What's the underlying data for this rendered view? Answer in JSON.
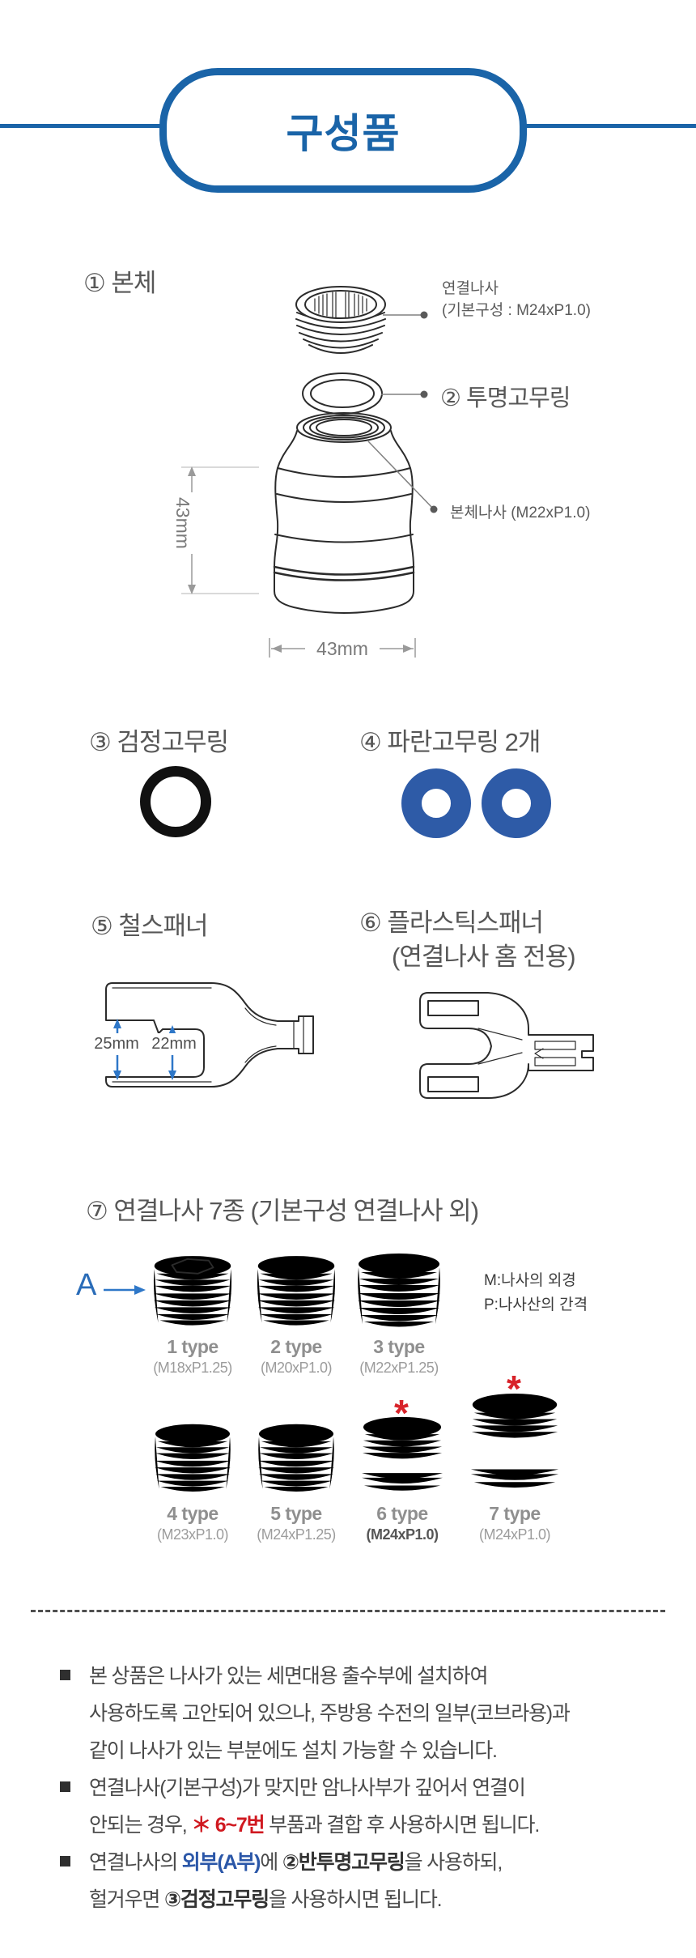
{
  "header": {
    "title": "구성품"
  },
  "sections": {
    "body": {
      "title": "① 본체",
      "connect_screw_label_line1": "연결나사",
      "connect_screw_label_line2": "(기본구성 : M24xP1.0)",
      "clear_ring_label": "② 투명고무링",
      "body_screw_label": "본체나사 (M22xP1.0)",
      "height_dim": "43mm",
      "width_dim": "43mm"
    },
    "black_ring": {
      "title": "③ 검정고무링"
    },
    "blue_rings": {
      "title": "④ 파란고무링 2개"
    },
    "steel_spanner": {
      "title": "⑤ 철스패너",
      "outer_dim": "25mm",
      "inner_dim": "22mm"
    },
    "plastic_spanner": {
      "title": "⑥ 플라스틱스패너",
      "subtitle": "(연결나사 홈 전용)"
    },
    "adapters": {
      "title": "⑦ 연결나사 7종 (기본구성 연결나사 외)",
      "marker_a": "A",
      "legend_line1": "M:나사의 외경",
      "legend_line2": "P:나사산의 간격",
      "star": "*",
      "items": [
        {
          "label": "1 type",
          "spec": "(M18xP1.25)",
          "starred": false
        },
        {
          "label": "2 type",
          "spec": "(M20xP1.0)",
          "starred": false
        },
        {
          "label": "3 type",
          "spec": "(M22xP1.25)",
          "starred": false
        },
        {
          "label": "4 type",
          "spec": "(M23xP1.0)",
          "starred": false
        },
        {
          "label": "5 type",
          "spec": "(M24xP1.25)",
          "starred": false
        },
        {
          "label": "6 type",
          "spec": "(M24xP1.0)",
          "starred": true
        },
        {
          "label": "7 type",
          "spec": "(M24xP1.0)",
          "starred": true
        }
      ]
    }
  },
  "notes": {
    "b1": {
      "l1": "본 상품은 나사가 있는 세면대용 출수부에 설치하여",
      "l2": "사용하도록 고안되어 있으나, 주방용 수전의 일부(코브라용)과",
      "l3": "같이 나사가 있는 부분에도 설치 가능할 수 있습니다."
    },
    "b2": {
      "l1": "연결나사(기본구성)가 맞지만 암나사부가 깊어서  연결이",
      "l2_pre": "안되는 경우,  ",
      "l2_red": "＊ 6~7번",
      "l2_post": " 부품과 결합 후 사용하시면 됩니다."
    },
    "b3": {
      "l1_pre": "연결나사의 ",
      "l1_blue": "외부(A부)",
      "l1_mid": "에 ",
      "l1_bold": "②반투명고무링",
      "l1_post": "을 사용하되,",
      "l2_pre": "헐거우면 ",
      "l2_bold": "③검정고무링",
      "l2_post": "을 사용하시면 됩니다."
    }
  },
  "colors": {
    "brand_blue": "#1a64a8",
    "ring_blue": "#2e5ba7",
    "arrow_blue": "#2e77c8",
    "warning_red": "#d01920",
    "note_blue": "#2b57a8"
  }
}
